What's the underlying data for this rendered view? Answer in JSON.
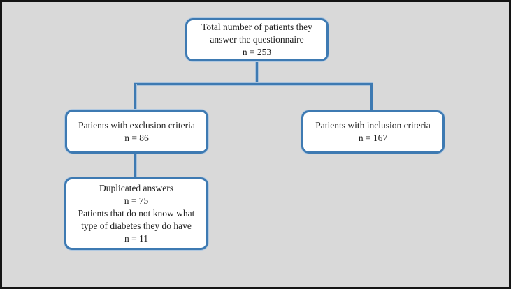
{
  "frame": {
    "background_color": "#d9d9d9",
    "border_color": "#141414"
  },
  "style": {
    "node_fill_color": "#ffffff",
    "node_border_color": "#3e7ab2",
    "connector_color": "#3e7ab2",
    "text_color": "#1f1f1f"
  },
  "flowchart": {
    "nodes": [
      {
        "id": "total-patients",
        "lines": [
          "Total number of patients they",
          "answer the questionnaire",
          "n = 253"
        ]
      },
      {
        "id": "exclusion-criteria",
        "lines": [
          "Patients with exclusion criteria",
          "n = 86"
        ]
      },
      {
        "id": "inclusion-criteria",
        "lines": [
          "Patients with inclusion criteria",
          "n = 167"
        ]
      },
      {
        "id": "exclusion-detail",
        "lines": [
          "Duplicated answers",
          "n = 75",
          "Patients that do not know what",
          "type of diabetes they do have",
          "n = 11"
        ]
      }
    ]
  }
}
